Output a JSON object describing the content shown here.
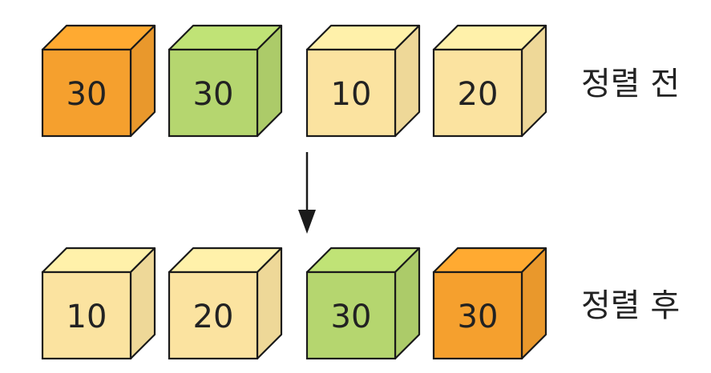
{
  "colors": {
    "orange": {
      "front": "#F5A02E",
      "top": "#F5A02E",
      "side": "#F5A02E"
    },
    "green": {
      "front": "#B5D66F",
      "top": "#B5D66F",
      "side": "#B5D66F"
    },
    "yellow": {
      "front": "#FBE3A0",
      "top": "#FBE3A0",
      "side": "#FBE3A0"
    },
    "stroke": "#1a1a1a"
  },
  "rows": [
    {
      "label": "정렬 전",
      "cubes": [
        {
          "value": "30",
          "color": "orange"
        },
        {
          "value": "30",
          "color": "green"
        },
        {
          "value": "10",
          "color": "yellow"
        },
        {
          "value": "20",
          "color": "yellow"
        }
      ]
    },
    {
      "label": "정렬 후",
      "cubes": [
        {
          "value": "10",
          "color": "yellow"
        },
        {
          "value": "20",
          "color": "yellow"
        },
        {
          "value": "30",
          "color": "green"
        },
        {
          "value": "30",
          "color": "orange"
        }
      ]
    }
  ]
}
